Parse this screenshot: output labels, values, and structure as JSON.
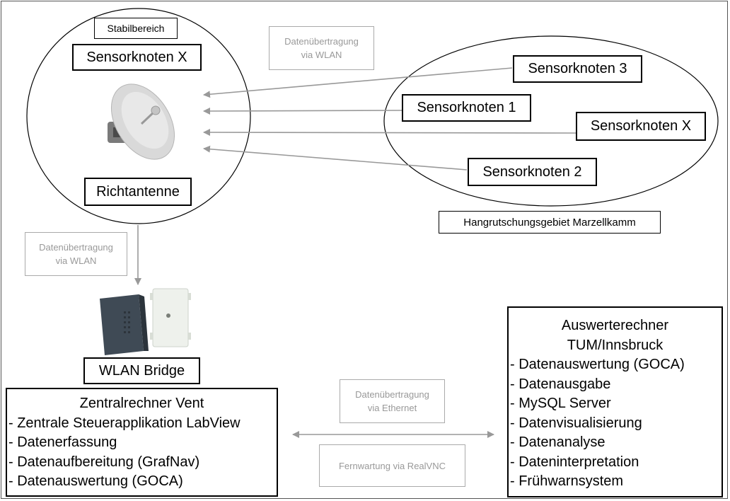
{
  "stabil": {
    "label": "Stabilbereich",
    "sensor_x": "Sensorknoten X",
    "antenna_label": "Richtantenne"
  },
  "hang": {
    "label": "Hangrutschungsgebiet Marzellkamm",
    "nodes": [
      "Sensorknoten 3",
      "Sensorknoten 1",
      "Sensorknoten X",
      "Sensorknoten 2"
    ]
  },
  "links": {
    "wlan_top": [
      "Datenübertragung",
      "via WLAN"
    ],
    "wlan_left": [
      "Datenübertragung",
      "via WLAN"
    ],
    "ethernet": [
      "Datenübertragung",
      "via Ethernet"
    ],
    "vnc": "Fernwartung via RealVNC"
  },
  "bridge": {
    "label": "WLAN Bridge"
  },
  "zentral": {
    "title": "Zentralrechner Vent",
    "items": [
      "- Zentrale Steuerapplikation LabView",
      "- Datenerfassung",
      "- Datenaufbereitung (GrafNav)",
      "- Datenauswertung (GOCA)"
    ]
  },
  "auswerte": {
    "title_line1": "Auswerterechner",
    "title_line2": "TUM/Innsbruck",
    "items": [
      "- Datenauswertung (GOCA)",
      "- Datenausgabe",
      "- MySQL Server",
      "- Datenvisualisierung",
      "- Datenanalyse",
      "- Dateninterpretation",
      "- Frühwarnsystem"
    ]
  },
  "colors": {
    "arrow": "#999999",
    "grey_text": "#999999",
    "border": "#000000"
  }
}
